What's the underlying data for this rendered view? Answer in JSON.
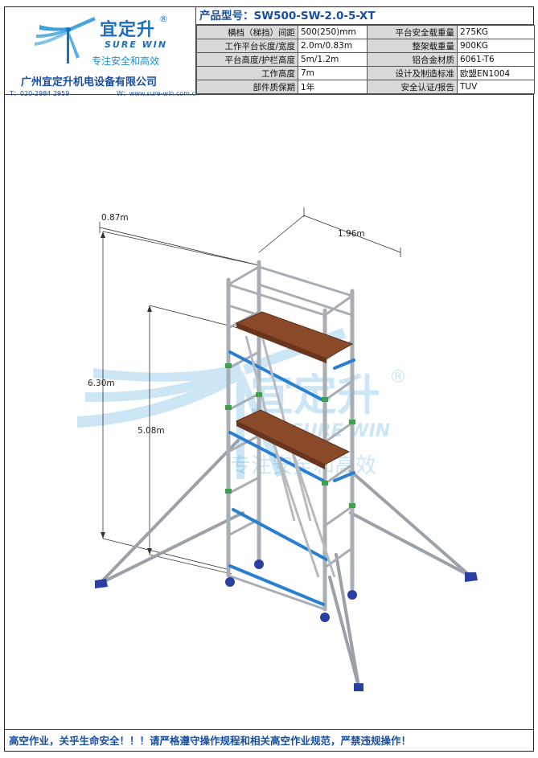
{
  "brand": {
    "name_cn": "宜定升",
    "registered": "®",
    "name_en": "SURE WIN",
    "slogan": "专注安全和高效",
    "company": "广州宜定升机电设备有限公司",
    "phone": "T：020-2984 2959",
    "website": "W：www.sure-win.com.cn",
    "color": "#1a6fc0"
  },
  "model": {
    "label": "产品型号：SW500-SW-2.0-5-XT"
  },
  "specs": [
    {
      "k1": "横档（梯挡）间距",
      "v1": "500(250)mm",
      "k2": "平台安全载重量",
      "v2": "275KG"
    },
    {
      "k1": "工作平台长度/宽度",
      "v1": "2.0m/0.83m",
      "k2": "整架载重量",
      "v2": "900KG"
    },
    {
      "k1": "平台高度/护栏高度",
      "v1": "5m/1.2m",
      "k2": "铝合金材质",
      "v2": "6061-T6"
    },
    {
      "k1": "工作高度",
      "v1": "7m",
      "k2": "设计及制造标准",
      "v2": "欧盟EN1004"
    },
    {
      "k1": "部件质保期",
      "v1": "1年",
      "k2": "安全认证/报告",
      "v2": "TUV"
    }
  ],
  "drawing": {
    "dim_depth": "0.87m",
    "dim_length": "1.96m",
    "dim_total_height": "6.30m",
    "dim_platform_height": "5.08m",
    "watermark_cn": "宜定升",
    "watermark_en": "SURE WIN",
    "watermark_slogan": "专注安全和高效",
    "watermark_reg": "®"
  },
  "footer": {
    "warning": "高空作业，关乎生命安全！！！请严格遵守操作规程和相关高空作业规范，严禁违规操作！"
  },
  "colors": {
    "frame_aluminium": "#a8aeb4",
    "brace_blue": "#2b7fd0",
    "platform_wood": "#8a4a2a",
    "wheel": "#2a3fa0",
    "clamp_green": "#3aa04a"
  }
}
